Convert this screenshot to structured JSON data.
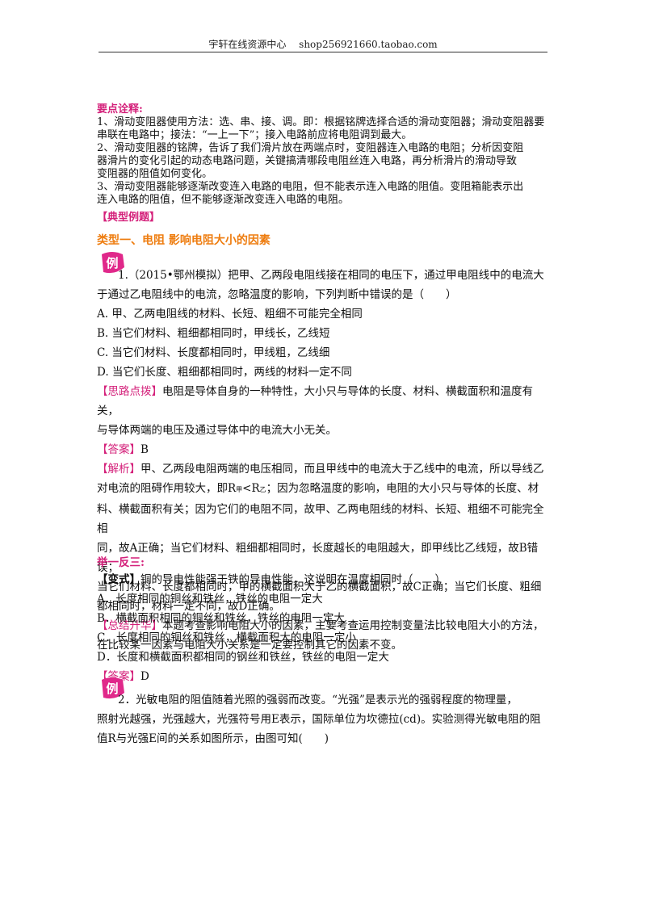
{
  "header": {
    "left": "宇轩在线资源中心",
    "right": "shop256921660.taobao.com"
  },
  "key_points": {
    "title": "要点诠释:",
    "lines": [
      "1、滑动变阻器使用方法：选、串、接、调。即：根据铭牌选择合适的滑动变阻器；滑动变阻器要",
      "串联在电路中；接法：“一上一下”；接入电路前应将电阻调到最大。",
      "2、滑动变阻器的铭牌，告诉了我们滑片放在两端点时，变阻器连入电路的电阻；分析因变阻",
      "器滑片的变化引起的动态电路问题，关键搞清哪段电阻丝连入电路，再分析滑片的滑动导致",
      "变阻器的阻值如何变化。",
      "3、滑动变阻器能够逐渐改变连入电路的电阻，但不能表示连入电路的阻值。变阻箱能表示出",
      "连入电路的阻值，但不能够逐渐改变连入电路的电阻。"
    ]
  },
  "examples_title": "【典型例题】",
  "type1_title": "类型一、电阻  影响电阻大小的因素",
  "badge_char": "例",
  "q1": {
    "stem1": "1.（2015•鄂州模拟）把甲、乙两段电阻线接在相同的电压下，通过甲电阻线中的电流大",
    "stem2": "于通过乙电阻线中的电流，忽略温度的影响，下列判断中错误的是（　　）",
    "options": [
      "A. 甲、乙两电阻线的材料、长短、粗细不可能完全相同",
      "B. 当它们材料、粗细都相同时，甲线长，乙线短",
      "C. 当它们材料、长度都相同时，甲线粗，乙线细",
      "D. 当它们长度、粗细都相同时，两线的材料一定不同"
    ],
    "idea_label": "【思路点拨】",
    "idea1": "电阻是导体自身的一种特性，大小只与导体的长度、材料、横截面积和温度有关，",
    "idea2": "与导体两端的电压及通过导体中的电流大小无关。",
    "answer_label": "【答案】",
    "answer": "B",
    "analysis_label": "【解析】",
    "analysis1": "甲、乙两段电阻两端的电压相同，而且甲线中的电流大于乙线中的电流，所以导线乙",
    "analysis2a": "对电流的阻碍作用较大，即R",
    "sub_jia": "甲",
    "analysis2b": "<R",
    "sub_yi": "乙",
    "analysis2c": "；因为忽略温度的影响，电阻的大小只与导体的长度、材",
    "analysis3": "料、横截面积有关；因为它们的电阻不同，故甲、乙两电阻线的材料、长短、粗细不可能完全相",
    "analysis4": "同，故A正确；当它们材料、粗细都相同时，长度越长的电阻越大，即甲线比乙线短，故B错误；",
    "analysis5": "当它们材料、长度都相同时，甲的横截面积大于乙的横截面积，故C正确；当它们长度、粗细",
    "analysis6": "都相同时，材料一定不同，故D正确。",
    "summary_label": "【总结升华】",
    "summary1": "本题考查影响电阻大小的因素，主要考查运用控制变量法比较电阻大小的方法，",
    "summary2": "在比较某一因素与电阻大小关系是一定要控制其它的因素不变。"
  },
  "variant": {
    "title": "举一反三:",
    "label": "【变式】",
    "stem": "铜的导电性能强于铁的导电性能，这说明在温度相同时（　　）",
    "options": [
      "A．长度相同的铜丝和铁丝，铁丝的电阻一定大",
      "B．横截面积相同的铜丝和铁丝，铁丝的电阻一定大",
      "C．长度相同的铜丝和铁丝，横截面积大的电阻一定小",
      "D．长度和横截面积都相同的钢丝和铁丝，铁丝的电阻一定大"
    ],
    "answer_label": "【答案】",
    "answer": "D"
  },
  "q2": {
    "line1": "2．光敏电阻的阻值随着光照的强弱而改变。“光强”是表示光的强弱程度的物理量，",
    "line2": "照射光越强，光强越大，光强符号用E表示，国际单位为坎德拉(cd)。实验测得光敏电阻的阻",
    "line3": "值R与光强E间的关系如图所示，由图可知(　　)"
  },
  "colors": {
    "magenta": "#d4207a",
    "orange": "#ee7d10"
  }
}
